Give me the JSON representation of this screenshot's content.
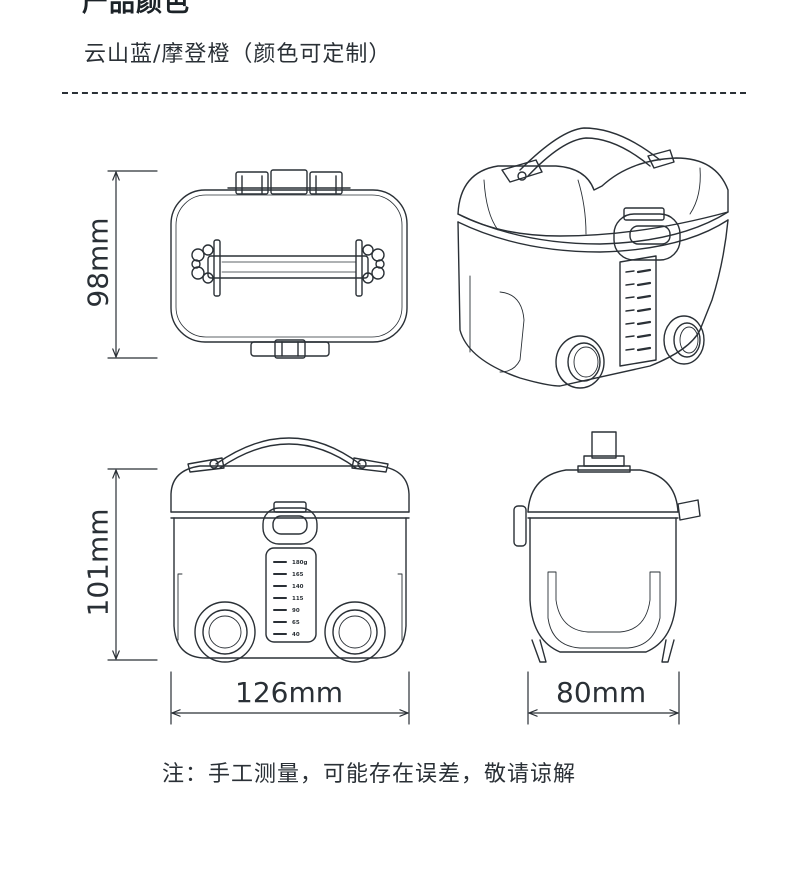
{
  "header": {
    "title": "产品颜色",
    "colors_label": "云山蓝/摩登橙（颜色可定制）"
  },
  "dimensions": {
    "depth": "98mm",
    "height": "101mm",
    "width": "126mm",
    "side_width": "80mm"
  },
  "gauge_marks": [
    "180g",
    "165",
    "140",
    "115",
    "90",
    "65",
    "40"
  ],
  "footer": {
    "note": "注：手工测量，可能存在误差，敬请谅解"
  },
  "colors": {
    "line": "#2a3036",
    "fill": "#ffffff"
  }
}
